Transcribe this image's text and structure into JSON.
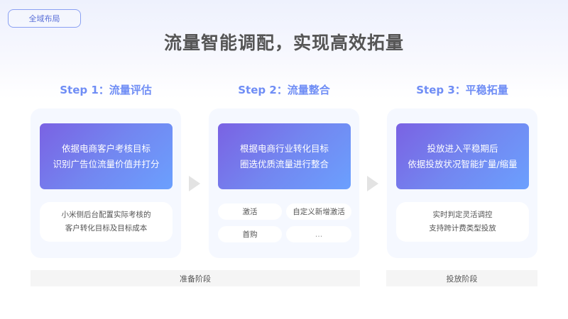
{
  "header": {
    "tag_label": "全域布局",
    "title": "流量智能调配，实现高效拓量"
  },
  "steps": [
    {
      "title": "Step 1：流量评估",
      "highlight_lines": [
        "依据电商客户考核目标",
        "识别广告位流量价值并打分"
      ],
      "detail_lines": [
        "小米侧后台配置实际考核的",
        "客户转化目标及目标成本"
      ]
    },
    {
      "title": "Step 2：流量整合",
      "highlight_lines": [
        "根据电商行业转化目标",
        "圈选优质流量进行整合"
      ],
      "options": [
        "激活",
        "自定义新增激活",
        "首购",
        "…"
      ]
    },
    {
      "title": "Step 3：平稳拓量",
      "highlight_lines": [
        "投放进入平稳期后",
        "依据投放状况智能扩量/缩量"
      ],
      "detail_lines": [
        "实时判定灵活调控",
        "支持跨计费类型投放"
      ]
    }
  ],
  "phases": [
    {
      "label": "准备阶段"
    },
    {
      "label": "投放阶段"
    }
  ],
  "colors": {
    "accent": "#6f8df5",
    "gradient_start": "#7a62e3",
    "gradient_end": "#6ba0fe",
    "card_bg": "#f5f8ff",
    "phase_bg": "#f5f5f5"
  }
}
